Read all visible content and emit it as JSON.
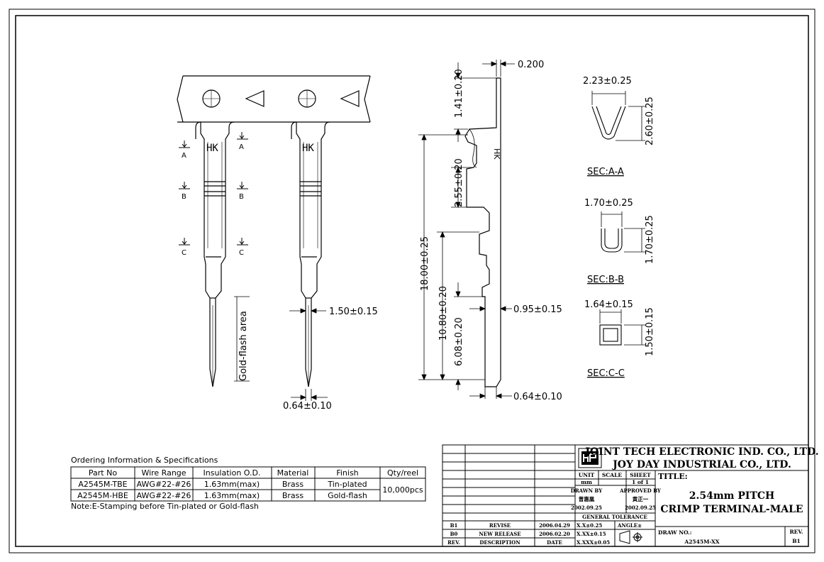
{
  "dimensions": {
    "thickness": "0.200",
    "top_len": "1.41±0.20",
    "crimp_len": "2.55±0.20",
    "total_len": "18.00±0.25",
    "mid_len": "10.80±0.20",
    "pin_len": "6.08±0.20",
    "pin_w": "1.50±0.15",
    "shoulder": "0.95±0.15",
    "pin_side": "0.64±0.10",
    "pin_front": "0.64±0.10",
    "gold_area": "Gold-flash area"
  },
  "markers": {
    "a": "A",
    "b": "B",
    "c": "C",
    "logo_text": "HK",
    "side_text": "HK"
  },
  "sections": [
    {
      "label": "SEC:A-A",
      "w": "2.23±0.25",
      "h": "2.60±0.25"
    },
    {
      "label": "SEC:B-B",
      "w": "1.70±0.25",
      "h": "1.70±0.25"
    },
    {
      "label": "SEC:C-C",
      "w": "1.64±0.15",
      "h": "1.50±0.15"
    }
  ],
  "ordering": {
    "title": "Ordering Information & Specifications",
    "headers": [
      "Part No",
      "Wire Range",
      "Insulation O.D.",
      "Material",
      "Finish",
      "Qty/reel"
    ],
    "rows": [
      [
        "A2545M-TBE",
        "AWG#22-#26",
        "1.63mm(max)",
        "Brass",
        "Tin-plated"
      ],
      [
        "A2545M-HBE",
        "AWG#22-#26",
        "1.63mm(max)",
        "Brass",
        "Gold-flash"
      ]
    ],
    "qty": "10,000pcs",
    "note": "Note:E-Stamping before Tin-plated or Gold-flash"
  },
  "title_block": {
    "company1": "JOINT TECH ELECTRONIC IND. CO., LTD.",
    "company2": "JOY DAY INDUSTRIAL CO., LTD.",
    "unit_label": "UNIT",
    "unit": "mm",
    "scale_label": "SCALE",
    "scale": "",
    "sheet_label": "SHEET",
    "sheet": "1 of 1",
    "drawn_label": "DRAWN BY",
    "drawn_name": "曾惠凰",
    "drawn_date": "2002.09.25",
    "approved_label": "APPROVED BY",
    "approved_name": "黄正一",
    "approved_date": "2002.09.25",
    "tol_label": "GENERAL TOLERANCE",
    "tol1": "X.X±0.25",
    "tol2": "X.XX±0.15",
    "tol3": "X.XXX±0.05",
    "angle_label": "ANGLE±",
    "title_label": "TITLE:",
    "title1": "2.54mm PITCH",
    "title2": "CRIMP TERMINAL-MALE",
    "dwg_label": "DRAW NO.:",
    "dwg_no": "A2545M-XX",
    "rev_label": "REV.",
    "rev": "B1",
    "revisions": [
      {
        "rev": "B1",
        "desc": "REVISE",
        "date": "2006.04.29"
      },
      {
        "rev": "B0",
        "desc": "NEW RELEASE",
        "date": "2006.02.20"
      }
    ],
    "rev_headers": {
      "rev": "REV.",
      "desc": "DESCRIPTION",
      "date": "DATE"
    }
  }
}
